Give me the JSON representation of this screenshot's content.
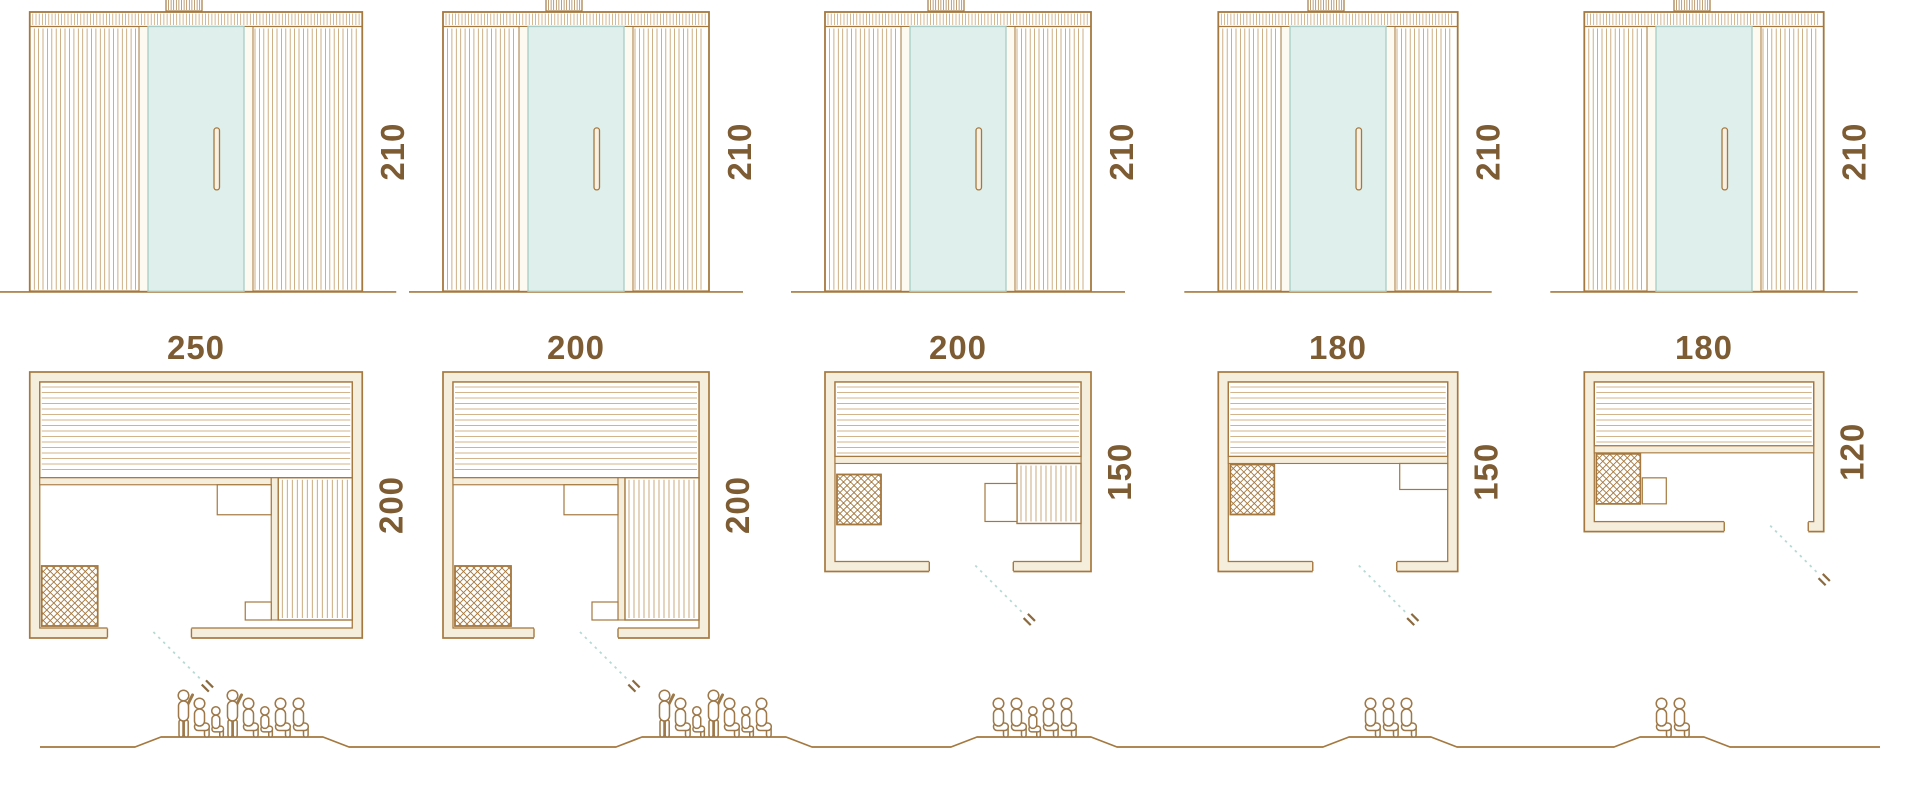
{
  "diagram": {
    "kind": "sauna-cabin-size-chart",
    "rows": [
      "front-elevations",
      "floor-plans",
      "capacity-figures"
    ]
  },
  "colors": {
    "wood": "#a5783f",
    "slat": "#c29c66",
    "text": "#7d5b33",
    "glass": "#dff0ec",
    "glass_line": "#a8cdc6",
    "wall_fill": "#f6eedd",
    "teal": "#b6dad3",
    "people": "#9d7848",
    "background": "#ffffff"
  },
  "models": [
    {
      "capacity": 8,
      "labels": {
        "height": "210",
        "width": "250",
        "depth": "200"
      },
      "dimensions": {
        "width_cm": 250,
        "depth_cm": 200,
        "height_cm": 210
      },
      "plan_features": {
        "bench_depth_cm": 72,
        "side_bench": "full",
        "corner_step": "inner-corner",
        "heater": "front-left",
        "door_pos": 0.36
      }
    },
    {
      "capacity": 7,
      "labels": {
        "height": "210",
        "width": "200",
        "depth": "200"
      },
      "dimensions": {
        "width_cm": 200,
        "depth_cm": 200,
        "height_cm": 210
      },
      "plan_features": {
        "bench_depth_cm": 72,
        "side_bench": "full",
        "corner_step": "inner-corner",
        "heater": "front-left",
        "door_pos": 0.5
      }
    },
    {
      "capacity": 5,
      "labels": {
        "height": "210",
        "width": "200",
        "depth": "150"
      },
      "dimensions": {
        "width_cm": 200,
        "depth_cm": 150,
        "height_cm": 210
      },
      "plan_features": {
        "bench_depth_cm": 56,
        "side_bench": "small",
        "corner_step": "none",
        "heater": "mid-left",
        "door_pos": 0.55
      }
    },
    {
      "capacity": 3,
      "labels": {
        "height": "210",
        "width": "180",
        "depth": "150"
      },
      "dimensions": {
        "width_cm": 180,
        "depth_cm": 150,
        "height_cm": 210
      },
      "plan_features": {
        "bench_depth_cm": 56,
        "side_bench": "none",
        "corner_step": "right-edge",
        "heater": "mid-left",
        "door_pos": 0.57
      }
    },
    {
      "capacity": 2,
      "labels": {
        "height": "210",
        "width": "180",
        "depth": "120"
      },
      "dimensions": {
        "width_cm": 180,
        "depth_cm": 120,
        "height_cm": 210
      },
      "plan_features": {
        "bench_depth_cm": 48,
        "side_bench": "none",
        "corner_step": "right-of-heater",
        "heater": "mid-left",
        "door_pos": 0.76
      }
    }
  ]
}
